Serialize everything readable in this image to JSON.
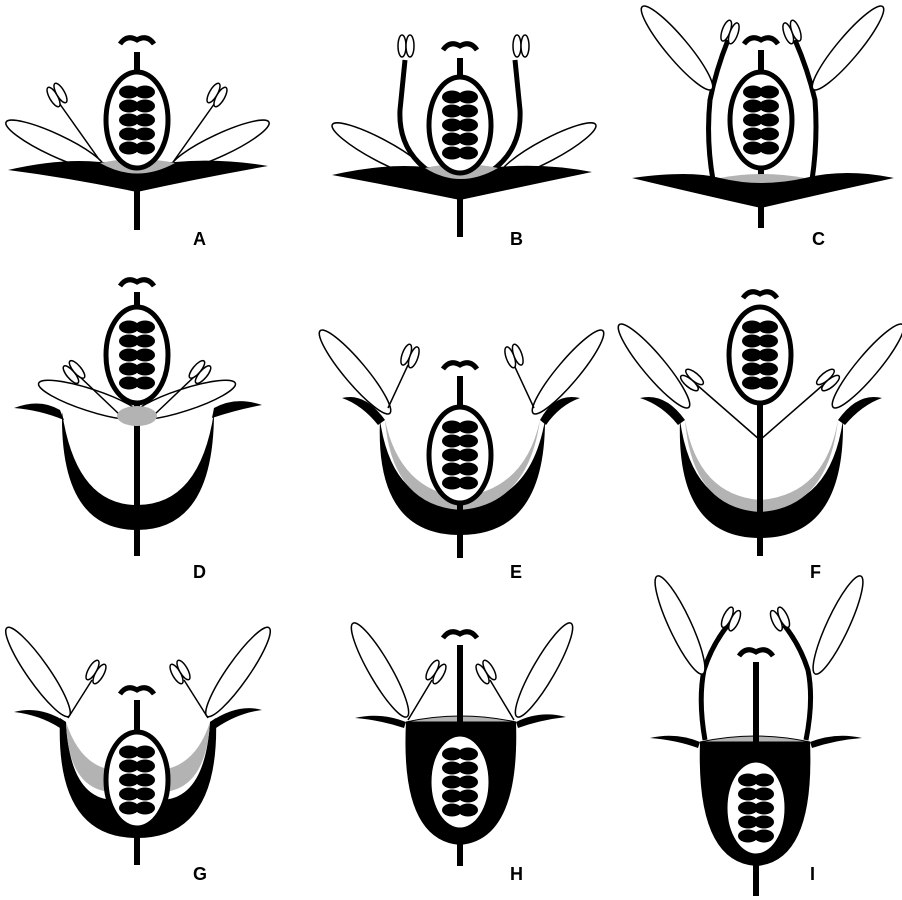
{
  "panels": [
    {
      "label": "A"
    },
    {
      "label": "B"
    },
    {
      "label": "C"
    },
    {
      "label": "D"
    },
    {
      "label": "E"
    },
    {
      "label": "F"
    },
    {
      "label": "G"
    },
    {
      "label": "H"
    },
    {
      "label": "I"
    }
  ],
  "colors": {
    "ink": "#000000",
    "nectary": "#b3b3b3",
    "paper": "#ffffff"
  }
}
